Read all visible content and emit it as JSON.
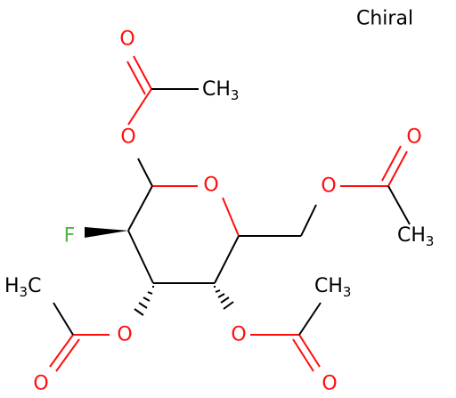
{
  "chiral_label": "Chiral",
  "atoms": {
    "ring_o": "O",
    "o_c1": "O",
    "o_c1_carbonyl": "O",
    "o_c6": "O",
    "o_c6_carbonyl": "O",
    "f": "F",
    "o_c3": "O",
    "o_c3_carbonyl": "O",
    "o_c4": "O",
    "o_c4_carbonyl": "O"
  },
  "methyls": {
    "top": {
      "main": "CH",
      "sub": "3"
    },
    "right": {
      "main": "CH",
      "sub": "3"
    },
    "lower_right": {
      "main": "CH",
      "sub": "3"
    },
    "lower_left": {
      "main": "H",
      "sub": "3",
      "tail": "C"
    }
  },
  "colors": {
    "bond": "#000000",
    "oxygen": "#ff0d0d",
    "fluorine": "#53b447"
  }
}
